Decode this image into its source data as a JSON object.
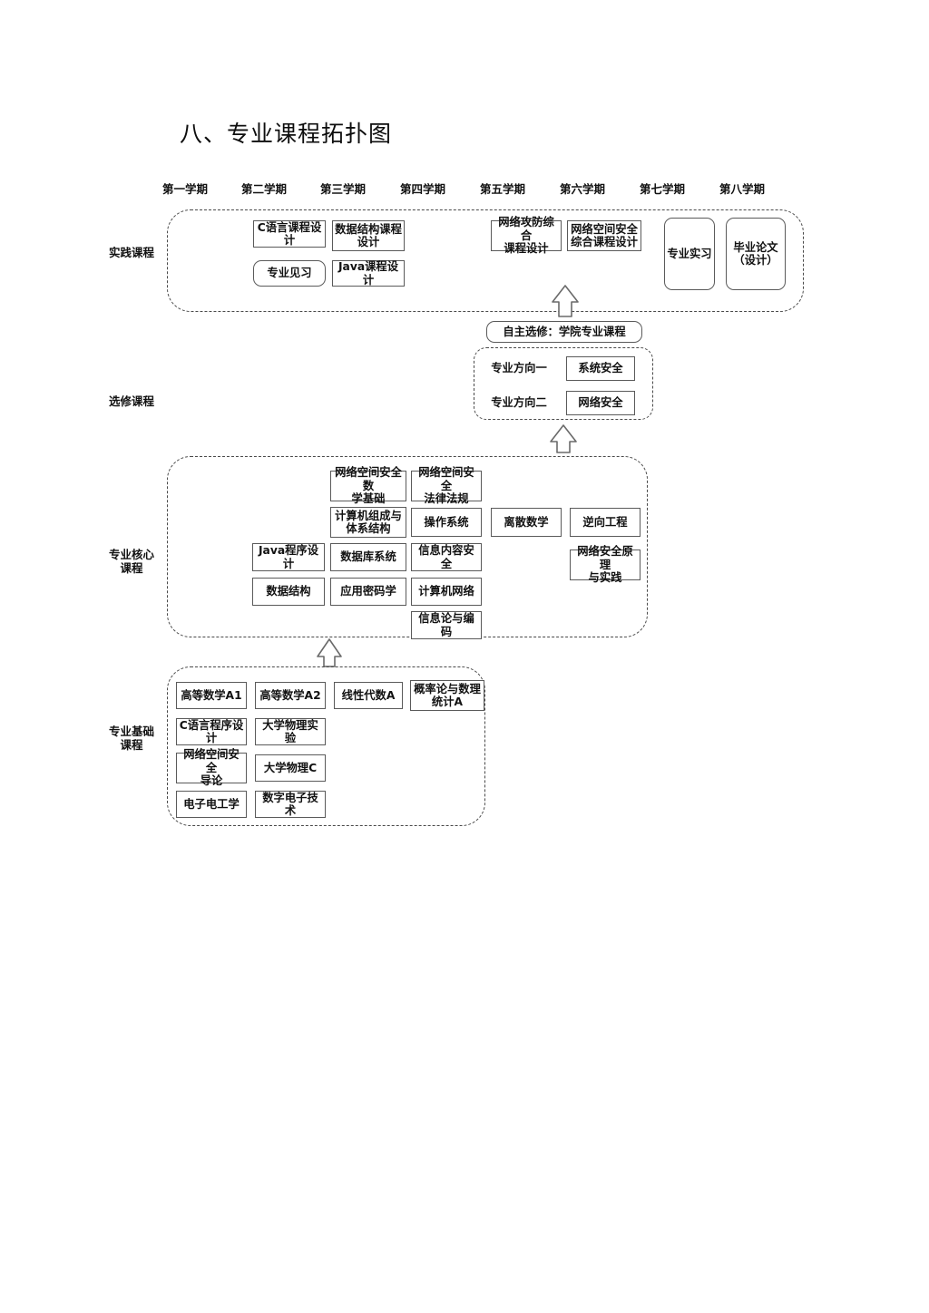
{
  "page": {
    "title": "八、专业课程拓扑图"
  },
  "semesters": [
    {
      "label": "第一学期"
    },
    {
      "label": "第二学期"
    },
    {
      "label": "第三学期"
    },
    {
      "label": "第四学期"
    },
    {
      "label": "第五学期"
    },
    {
      "label": "第六学期"
    },
    {
      "label": "第七学期"
    },
    {
      "label": "第八学期"
    }
  ],
  "rows": [
    {
      "key": "practice",
      "label": "实践课程"
    },
    {
      "key": "elective",
      "label": "选修课程"
    },
    {
      "key": "core",
      "label": "专业核心\n课程"
    },
    {
      "key": "foundation",
      "label": "专业基础\n课程"
    }
  ],
  "practice_courses": [
    {
      "label": "C语言课程设计",
      "shape": "square"
    },
    {
      "label": "数据结构课程\n设计",
      "shape": "square"
    },
    {
      "label": "网络攻防综合\n课程设计",
      "shape": "square"
    },
    {
      "label": "网络空间安全\n综合课程设计",
      "shape": "square"
    },
    {
      "label": "专业实习",
      "shape": "rounded"
    },
    {
      "label": "毕业论文\n（设计）",
      "shape": "rounded"
    },
    {
      "label": "专业见习",
      "shape": "rounded"
    },
    {
      "label": "Java课程设计",
      "shape": "square"
    }
  ],
  "elective": {
    "header": "自主选修：学院专业课程",
    "directions": [
      {
        "label": "专业方向一",
        "course": "系统安全"
      },
      {
        "label": "专业方向二",
        "course": "网络安全"
      }
    ]
  },
  "core_courses": [
    {
      "label": "网络空间安全数\n学基础"
    },
    {
      "label": "网络空间安全\n法律法规"
    },
    {
      "label": "计算机组成与\n体系结构"
    },
    {
      "label": "操作系统"
    },
    {
      "label": "离散数学"
    },
    {
      "label": "逆向工程"
    },
    {
      "label": "Java程序设计"
    },
    {
      "label": "数据库系统"
    },
    {
      "label": "信息内容安全"
    },
    {
      "label": "网络安全原理\n与实践"
    },
    {
      "label": "数据结构"
    },
    {
      "label": "应用密码学"
    },
    {
      "label": "计算机网络"
    },
    {
      "label": "信息论与编码"
    }
  ],
  "foundation_courses": [
    {
      "label": "高等数学A1"
    },
    {
      "label": "高等数学A2"
    },
    {
      "label": "线性代数A"
    },
    {
      "label": "概率论与数理\n统计A"
    },
    {
      "label": "C语言程序设计"
    },
    {
      "label": "大学物理实验"
    },
    {
      "label": "网络空间安全\n导论"
    },
    {
      "label": "大学物理C"
    },
    {
      "label": "电子电工学"
    },
    {
      "label": "数字电子技术"
    }
  ],
  "colors": {
    "box_border": "#5a5a5a",
    "group_border": "#4a4a4a",
    "text": "#111111",
    "background": "#ffffff"
  }
}
